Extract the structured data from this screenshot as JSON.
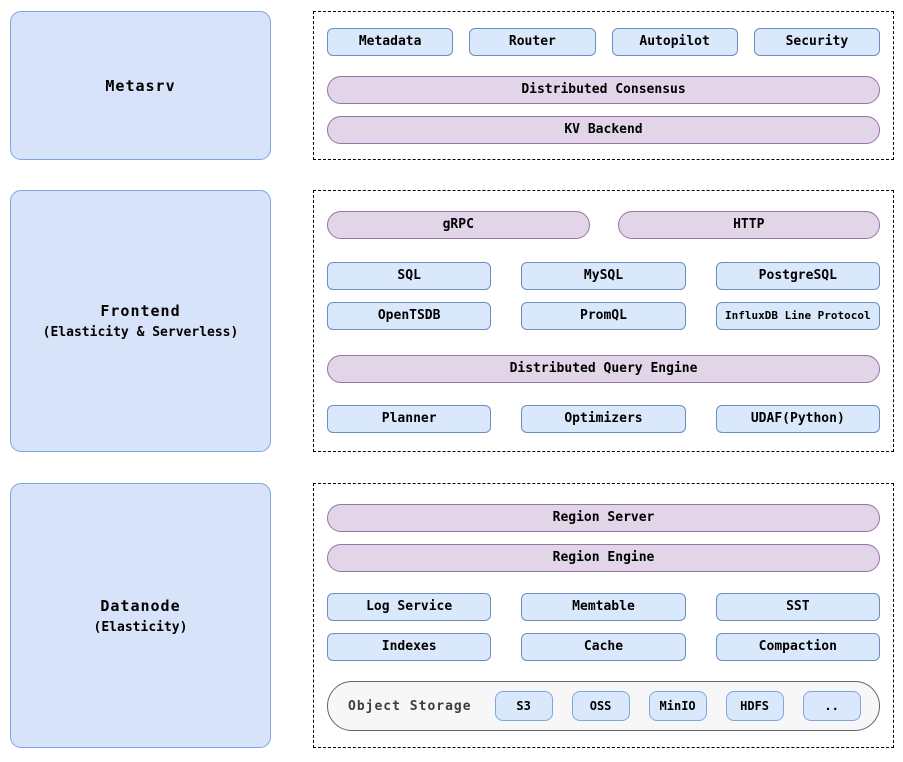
{
  "palette": {
    "big_box_fill": "#d7e3f8",
    "big_box_border": "#7ea6e0",
    "chip_fill": "#dae8fc",
    "chip_border": "#6c8ebf",
    "pill_fill": "#e1d5e7",
    "pill_border": "#9673a6",
    "storage_fill": "#f7f7f7",
    "storage_border": "#666666",
    "storage_chip_border": "#7ea6e0",
    "dashed_border": "#000000"
  },
  "metasrv": {
    "title": "Metasrv",
    "modules": [
      "Metadata",
      "Router",
      "Autopilot",
      "Security"
    ],
    "pills": [
      "Distributed Consensus",
      "KV Backend"
    ]
  },
  "frontend": {
    "title": "Frontend",
    "subtitle": "(Elasticity & Serverless)",
    "protocol_pills": [
      "gRPC",
      "HTTP"
    ],
    "query_row1": [
      "SQL",
      "MySQL",
      "PostgreSQL"
    ],
    "query_row2": [
      "OpenTSDB",
      "PromQL",
      "InfluxDB Line Protocol"
    ],
    "engine_pill": "Distributed Query Engine",
    "engine_row": [
      "Planner",
      "Optimizers",
      "UDAF(Python)"
    ]
  },
  "datanode": {
    "title": "Datanode",
    "subtitle": "(Elasticity)",
    "pills": [
      "Region Server",
      "Region Engine"
    ],
    "storage_row1": [
      "Log Service",
      "Memtable",
      "SST"
    ],
    "storage_row2": [
      "Indexes",
      "Cache",
      "Compaction"
    ],
    "object_storage": {
      "label": "Object Storage",
      "backends": [
        "S3",
        "OSS",
        "MinIO",
        "HDFS",
        ".."
      ]
    }
  }
}
